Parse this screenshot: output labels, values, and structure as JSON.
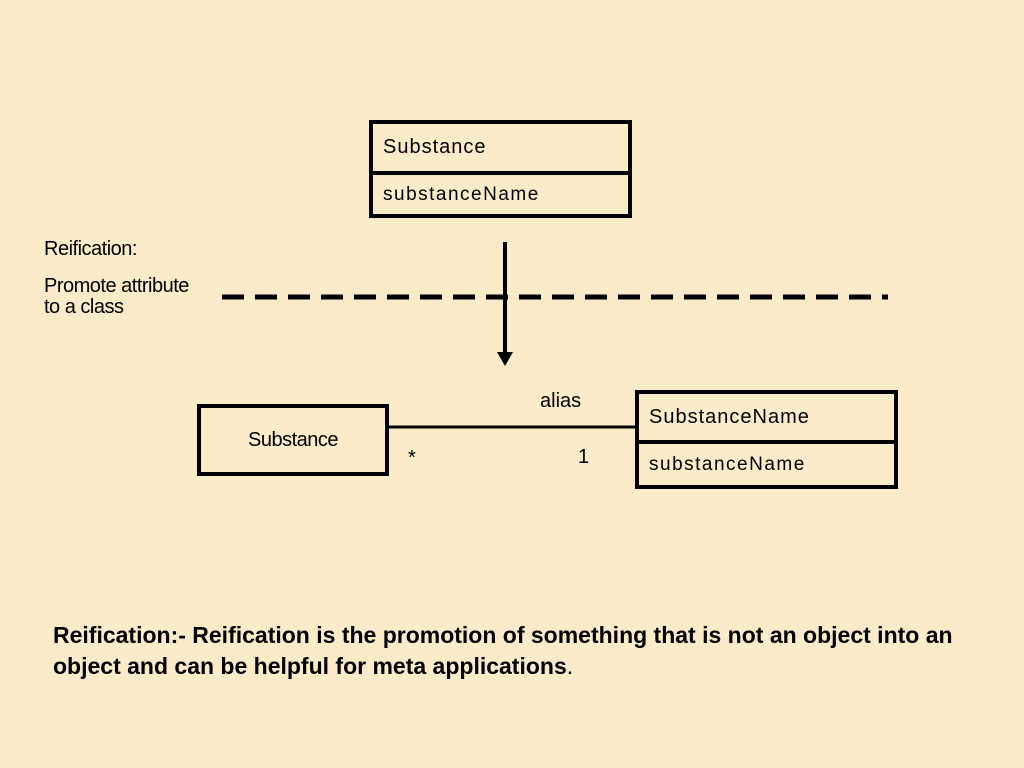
{
  "top_class": {
    "name": "Substance",
    "attribute": "substanceName"
  },
  "side_note": {
    "title": "Reification:",
    "description": "Promote attribute to a class"
  },
  "left_class": {
    "name": "Substance"
  },
  "right_class": {
    "name": "SubstanceName",
    "attribute": "substanceName"
  },
  "association": {
    "role": "alias",
    "left_multiplicity": "*",
    "right_multiplicity": "1"
  },
  "footer": {
    "text": "Reification:- Reification is the promotion of something that is not an object into an object and can be helpful for meta applications",
    "trailing": "."
  },
  "colors": {
    "background": "#FBEBC8",
    "stroke": "#000000"
  }
}
